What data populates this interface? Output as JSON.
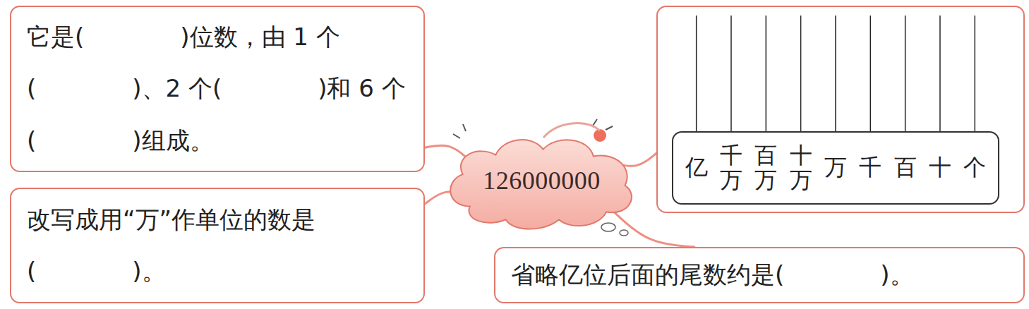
{
  "diagram": {
    "nodes": [
      {
        "text": [
          "它是(　　　　)位数，由 1 个(　　　　)、2 个(　　　　)和 6 个(　　　　)组成。"
        ]
      },
      {
        "text": [
          "126000000"
        ]
      },
      {
        "text": [
          "亿",
          "千万",
          "百万",
          "十万",
          "万",
          "千",
          "百",
          "十",
          "个"
        ]
      },
      {
        "text": [
          "改写成用“万”作单位的数是(　　　　)。"
        ]
      },
      {
        "text": [
          "省略亿位后面的尾数约是(　　　　)。"
        ]
      }
    ],
    "edges": [
      {
        "from": 1,
        "to": 0,
        "arrow": "none"
      },
      {
        "from": 1,
        "to": 2,
        "arrow": "none"
      },
      {
        "from": 1,
        "to": 3,
        "arrow": "none"
      },
      {
        "from": 1,
        "to": 4,
        "arrow": "none"
      }
    ]
  }
}
